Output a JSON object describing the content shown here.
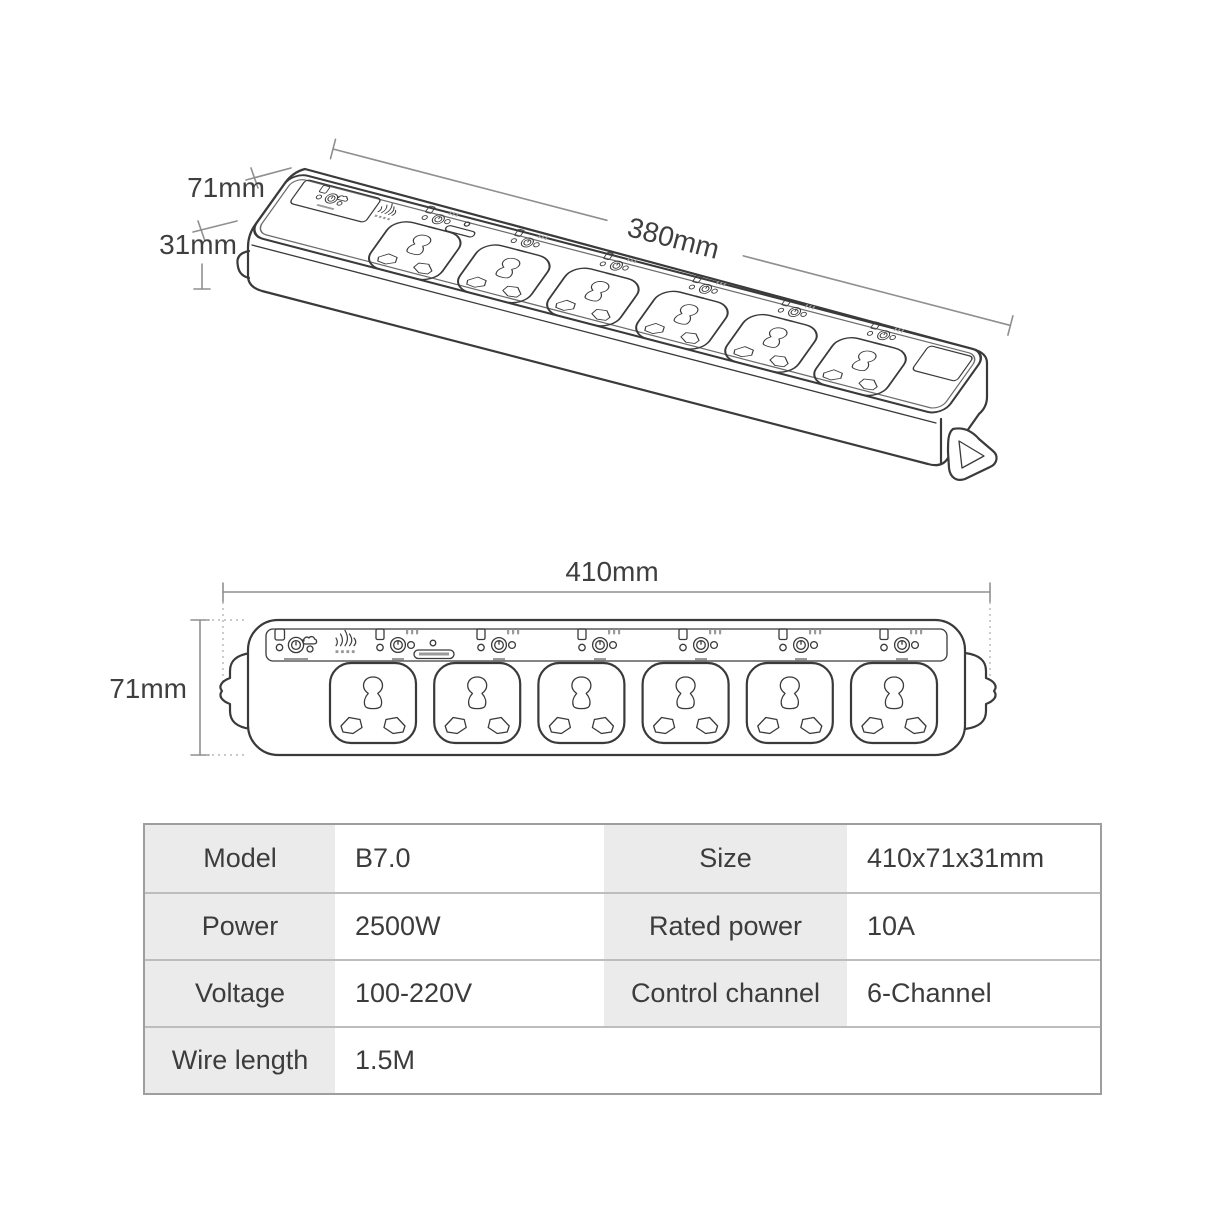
{
  "colors": {
    "background": "#ffffff",
    "line_art": "#3a3a3a",
    "dimension_lines": "#8f8f8f",
    "table_border": "#9e9e9e",
    "table_row_divider": "#bdbdbd",
    "table_label_bg": "#ebebeb",
    "text": "#3c3c3c"
  },
  "isometric_view": {
    "height_label": "71mm",
    "thickness_label": "31mm",
    "length_label": "380mm",
    "socket_count": 6
  },
  "front_view": {
    "width_label": "410mm",
    "height_label": "71mm",
    "socket_count": 6
  },
  "spec_table": {
    "rows": [
      {
        "label": "Model",
        "value": "B7.0",
        "label2": "Size",
        "value2": "410x71x31mm"
      },
      {
        "label": "Power",
        "value": "2500W",
        "label2": "Rated power",
        "value2": "10A"
      },
      {
        "label": "Voltage",
        "value": "100-220V",
        "label2": "Control channel",
        "value2": "6-Channel"
      },
      {
        "label": "Wire length",
        "value": "1.5M",
        "label2": "",
        "value2": ""
      }
    ]
  }
}
